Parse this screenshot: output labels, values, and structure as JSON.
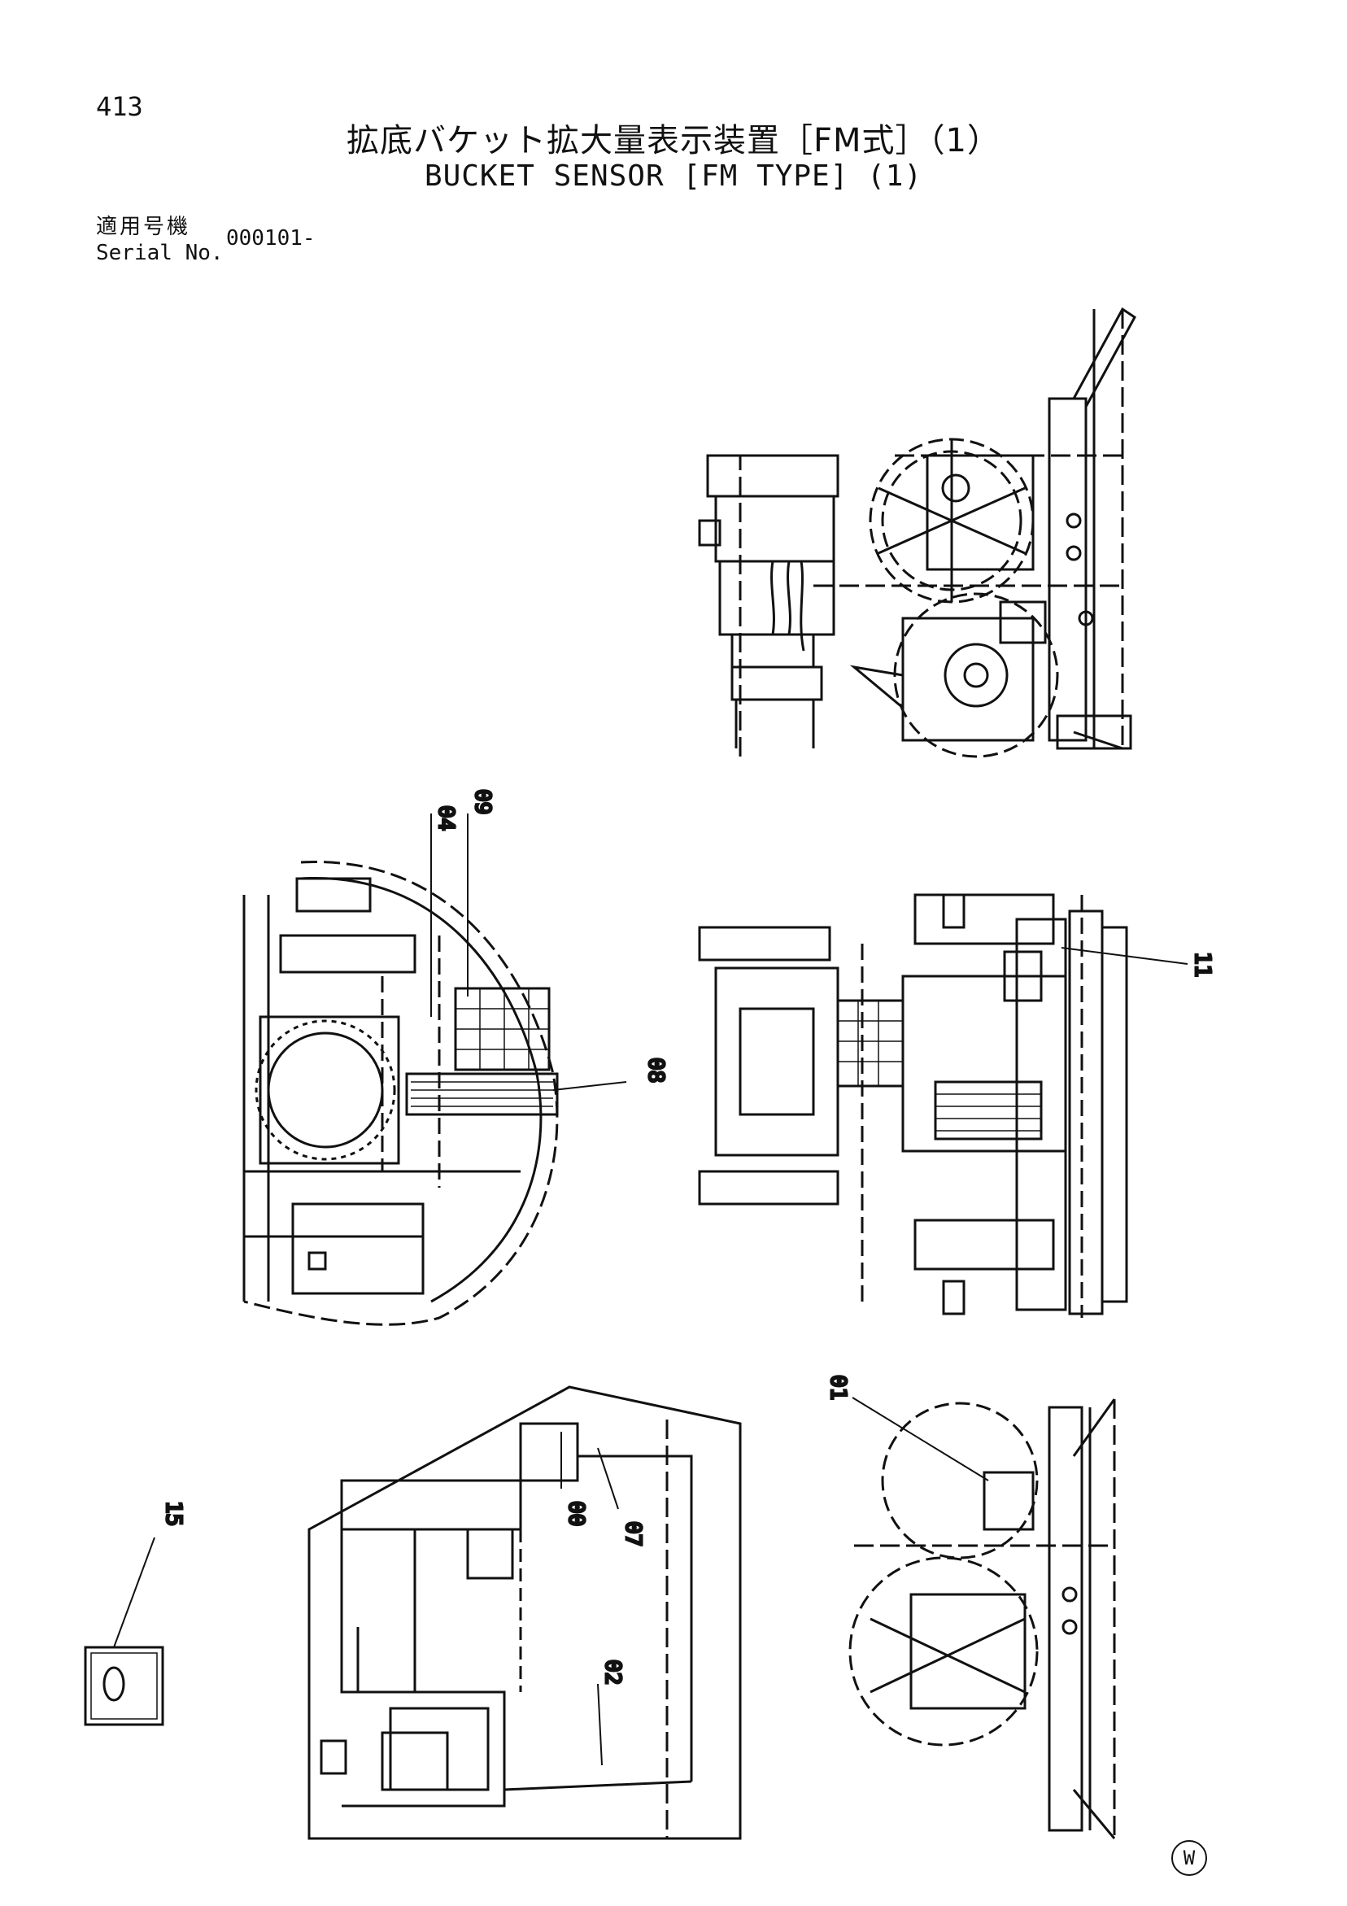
{
  "header": {
    "page_number": "413",
    "title_ja": "拡底バケット拡大量表示装置［FM式］（1）",
    "title_en": "BUCKET SENSOR [FM TYPE] (1)",
    "serial_label_ja": "適用号機",
    "serial_label_en": "Serial No.",
    "serial_value": "000101-"
  },
  "callouts": {
    "c01": "01",
    "c02": "02",
    "c04": "04",
    "c07": "07",
    "c08": "08",
    "c09": "09",
    "c00": "00",
    "c11": "11",
    "c15": "15"
  },
  "footer": {
    "mark": "W"
  }
}
